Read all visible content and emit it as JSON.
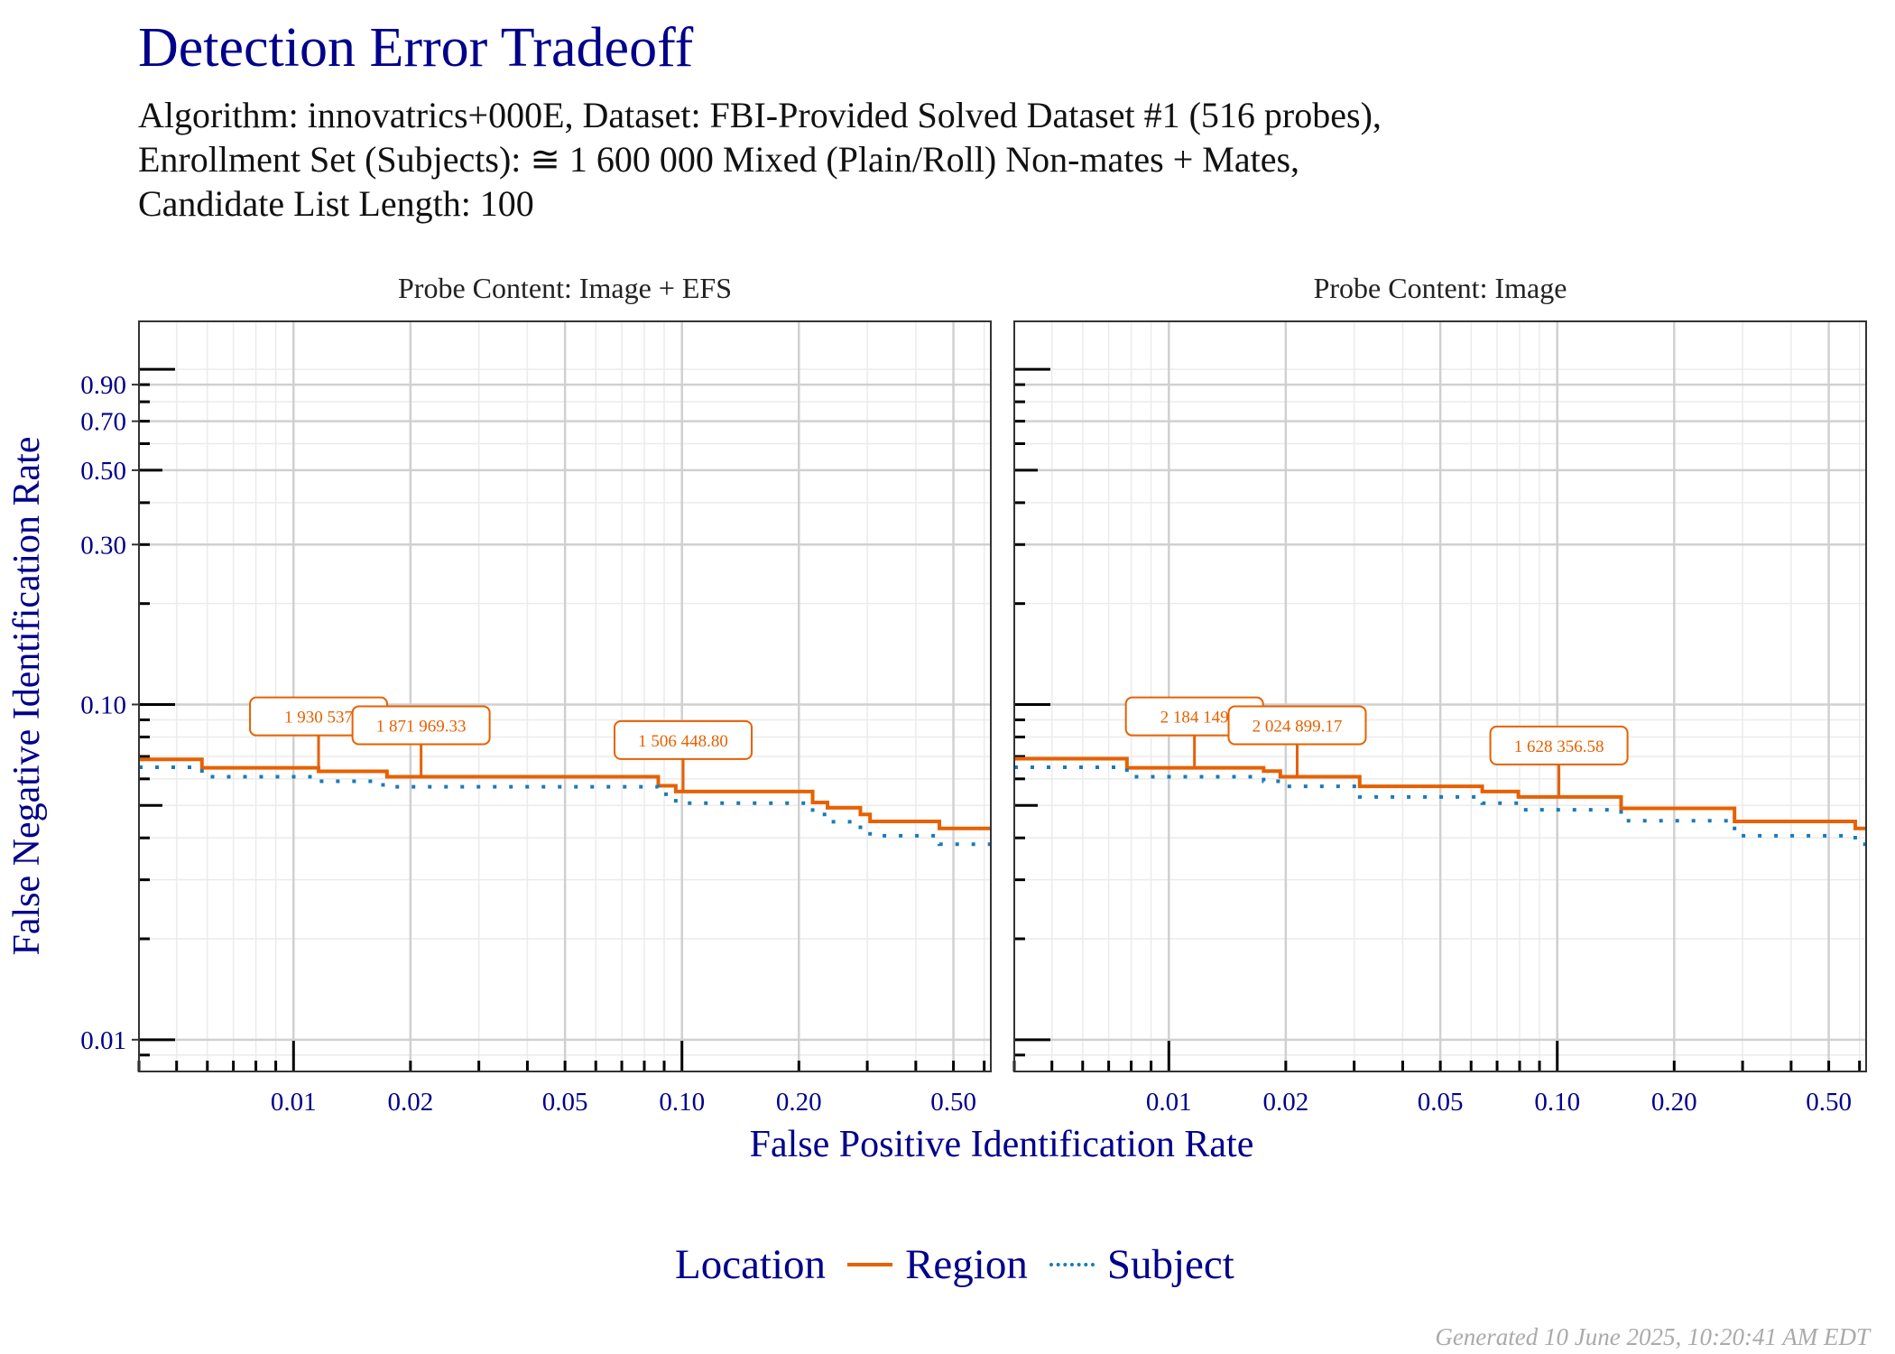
{
  "chart_data": {
    "type": "line",
    "title": "Detection Error Tradeoff",
    "subtitle": [
      "Algorithm: innovatrics+000E, Dataset: FBI-Provided Solved Dataset #1 (516 probes),",
      "Enrollment Set (Subjects): ≅ 1 600 000 Mixed (Plain/Roll) Non-mates + Mates,",
      "Candidate List Length: 100"
    ],
    "xlabel": "False Positive Identification Rate",
    "ylabel": "False Negative Identification Rate",
    "xscale": "log",
    "yscale": "log",
    "xlim": [
      0.004,
      0.624
    ],
    "ylim": [
      0.00804,
      1.39
    ],
    "x_ticks": [
      0.01,
      0.02,
      0.05,
      0.1,
      0.2,
      0.5
    ],
    "x_tick_labels": [
      "0.01",
      "0.02",
      "0.05",
      "0.10",
      "0.20",
      "0.50"
    ],
    "y_ticks": [
      0.01,
      0.1,
      0.3,
      0.5,
      0.7,
      0.9
    ],
    "y_tick_labels": [
      "0.01",
      "0.10",
      "0.30",
      "0.50",
      "0.70",
      "0.90"
    ],
    "grid": true,
    "legend": {
      "title": "Location",
      "placement": "bottom",
      "entries": [
        {
          "name": "Region",
          "color": "#E66100",
          "style": "solid"
        },
        {
          "name": "Subject",
          "color": "#1A7AB8",
          "style": "dotted"
        }
      ]
    },
    "panels": [
      {
        "strip": "Probe Content: Image + EFS",
        "series": [
          {
            "name": "Region",
            "x_breaks": [
              0.00581,
              0.0116,
              0.0174,
              0.0869,
              0.0964,
              0.217,
              0.237,
              0.288,
              0.305,
              0.46
            ],
            "y_levels": [
              0.0686,
              0.0647,
              0.0632,
              0.0609,
              0.0572,
              0.055,
              0.051,
              0.0492,
              0.047,
              0.0448,
              0.0427
            ]
          },
          {
            "name": "Subject",
            "x_breaks": [
              0.00581,
              0.0116,
              0.017,
              0.0869,
              0.0964,
              0.217,
              0.237,
              0.288,
              0.305,
              0.46
            ],
            "y_levels": [
              0.065,
              0.0609,
              0.059,
              0.0568,
              0.054,
              0.0508,
              0.047,
              0.0447,
              0.042,
              0.0406,
              0.0383
            ]
          }
        ],
        "annotations": [
          {
            "x": 0.0116,
            "y": 0.0647,
            "label": "1 930 537"
          },
          {
            "x": 0.0213,
            "y": 0.0609,
            "label": "1 871 969.33"
          },
          {
            "x": 0.1007,
            "y": 0.055,
            "label": "1 506 448.80"
          }
        ]
      },
      {
        "strip": "Probe Content: Image",
        "series": [
          {
            "name": "Region",
            "x_breaks": [
              0.0078,
              0.01754,
              0.01936,
              0.031,
              0.0641,
              0.0794,
              0.146,
              0.286,
              0.585
            ],
            "y_levels": [
              0.0689,
              0.0647,
              0.0633,
              0.0609,
              0.057,
              0.055,
              0.053,
              0.049,
              0.0448,
              0.0427
            ]
          },
          {
            "name": "Subject",
            "x_breaks": [
              0.0078,
              0.01754,
              0.01936,
              0.031,
              0.0641,
              0.0794,
              0.146,
              0.286,
              0.585
            ],
            "y_levels": [
              0.065,
              0.0609,
              0.059,
              0.057,
              0.053,
              0.0508,
              0.0485,
              0.045,
              0.0406,
              0.0383
            ]
          }
        ],
        "annotations": [
          {
            "x": 0.01164,
            "y": 0.0647,
            "label": "2 184 149"
          },
          {
            "x": 0.0214,
            "y": 0.0609,
            "label": "2 024 899.17"
          },
          {
            "x": 0.101,
            "y": 0.053,
            "label": "1 628 356.58"
          }
        ]
      }
    ]
  },
  "footer": "Generated 10 June 2025, 10:20:41 AM EDT"
}
